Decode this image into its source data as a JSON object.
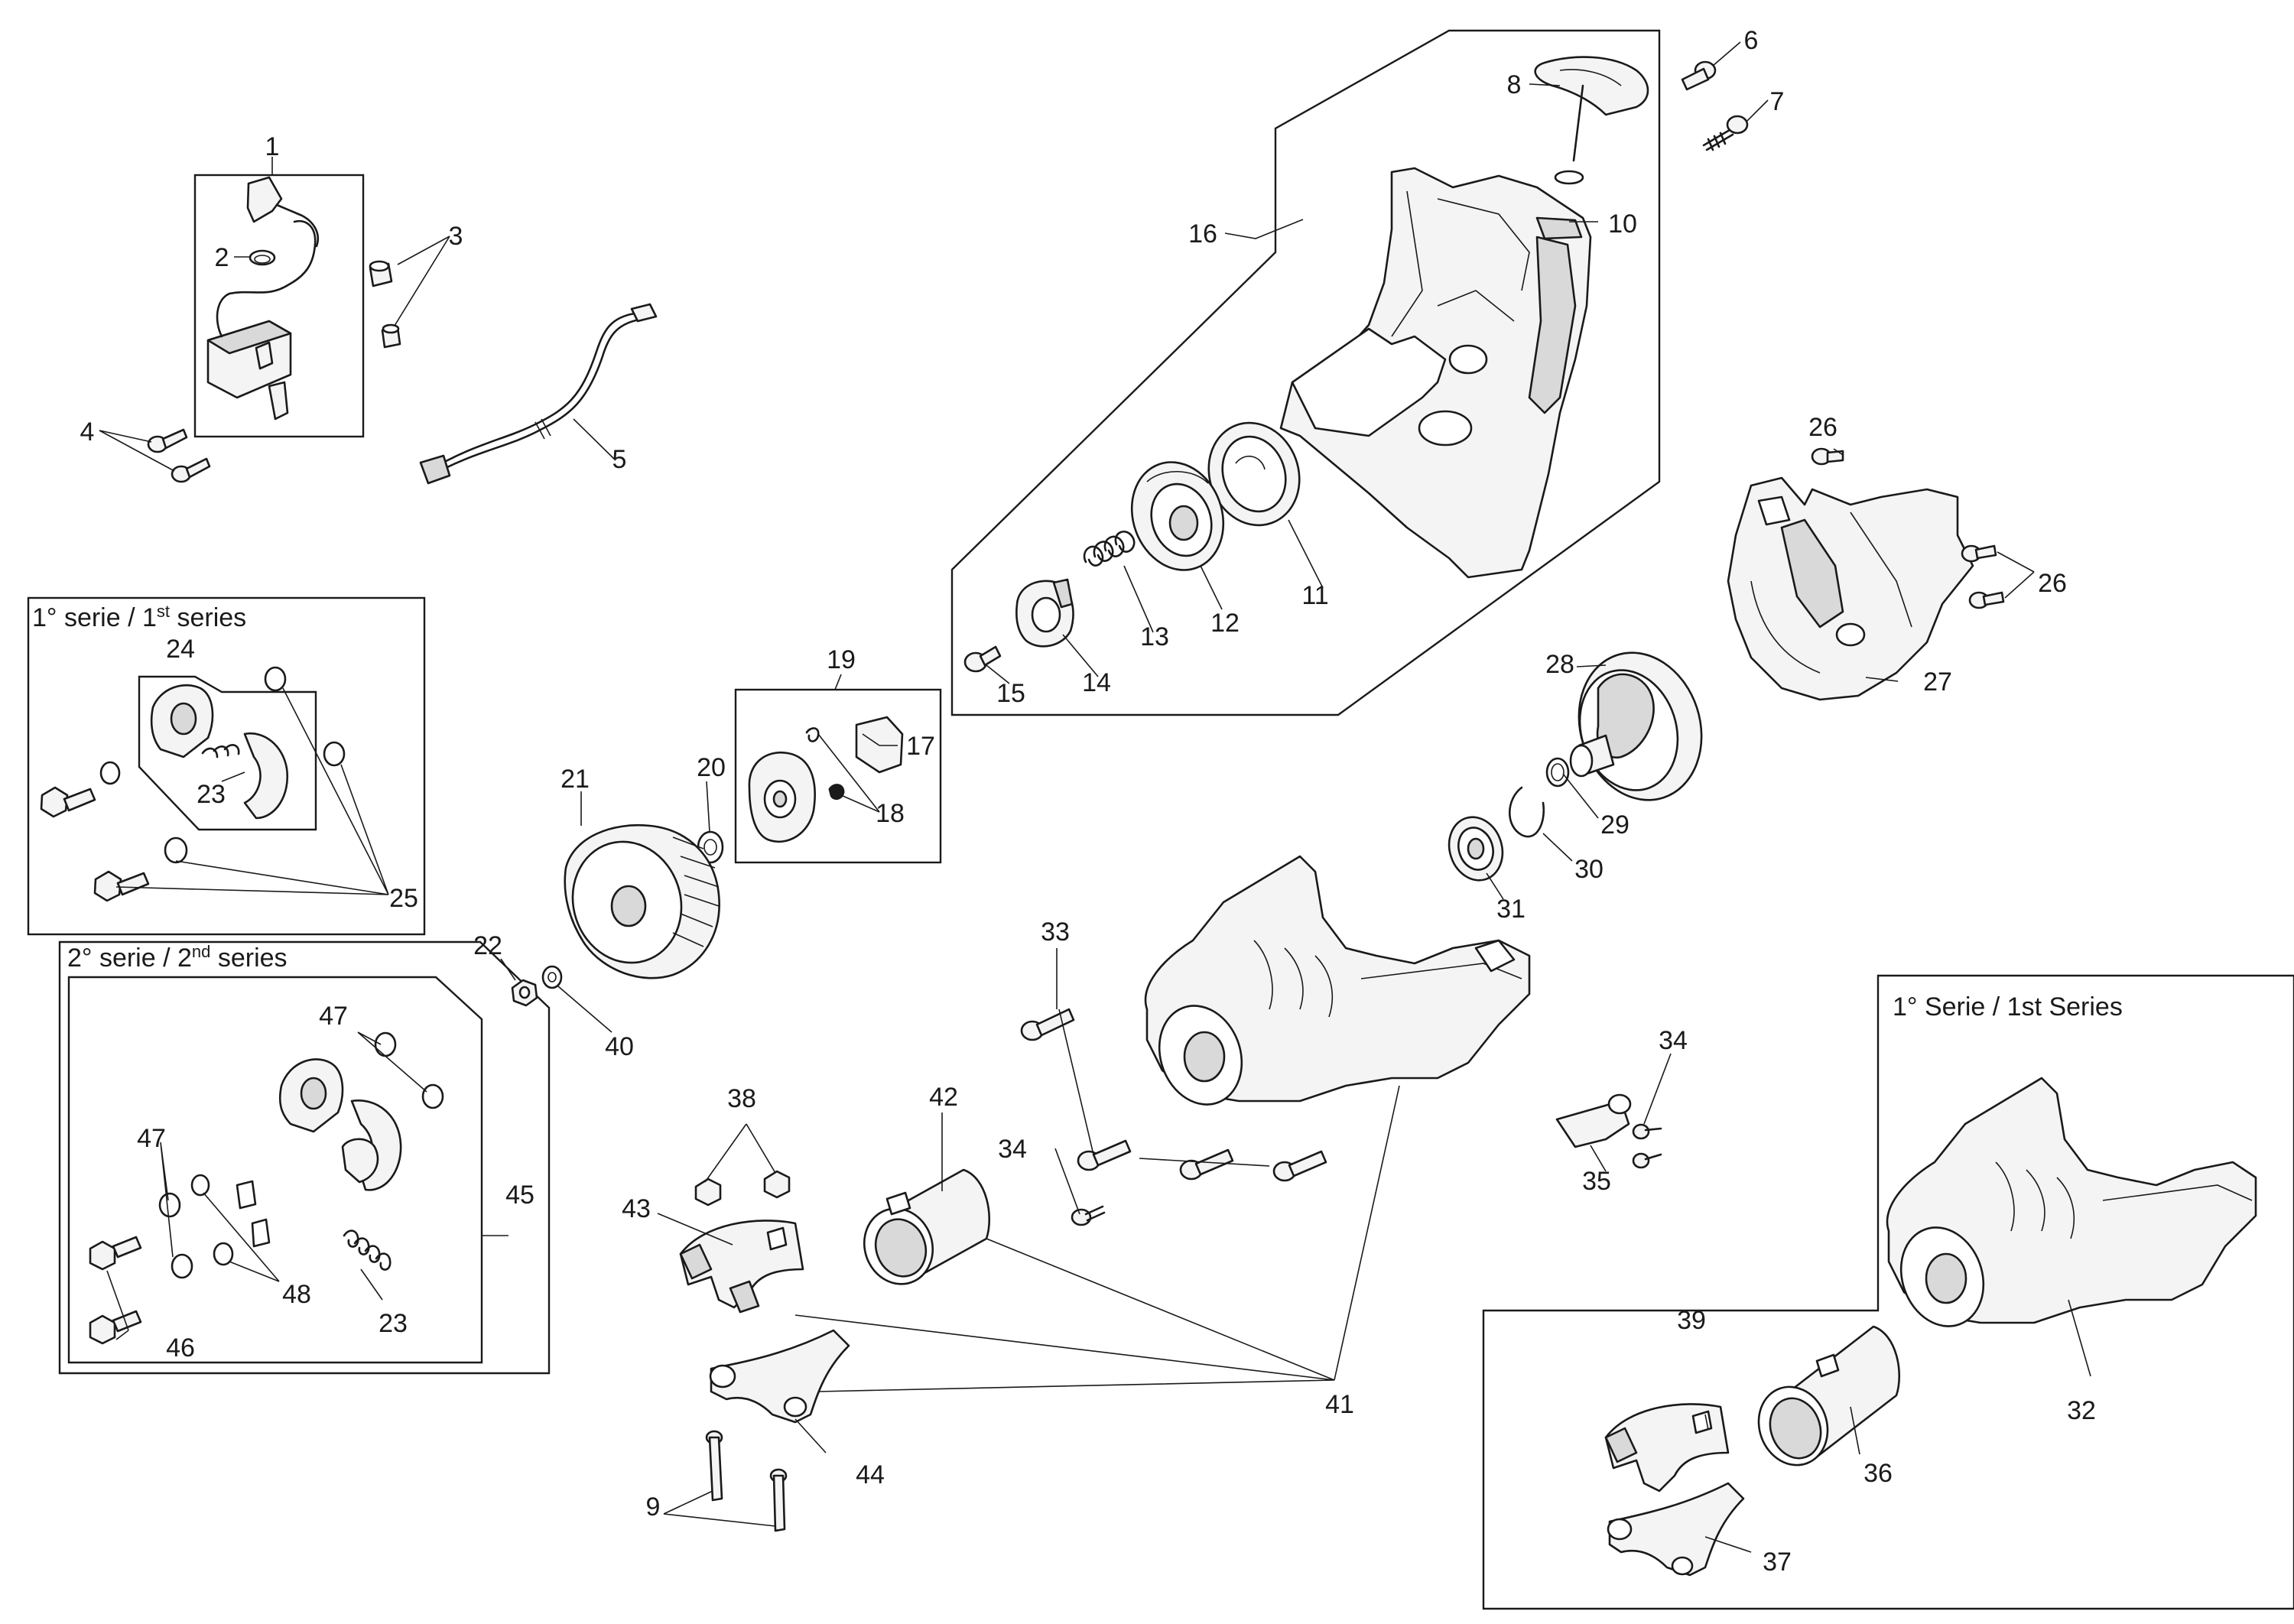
{
  "boxes": {
    "series1_left": {
      "title": "1° serie / 1",
      "sup": "st",
      "title_end": " series"
    },
    "series2_left": {
      "title": "2° serie / 2",
      "sup": "nd",
      "title_end": " series"
    },
    "series1_right": {
      "title": "1° Serie / 1st Series"
    }
  },
  "callouts": {
    "c1": "1",
    "c2": "2",
    "c3": "3",
    "c4": "4",
    "c5": "5",
    "c6": "6",
    "c7": "7",
    "c8": "8",
    "c9": "9",
    "c10": "10",
    "c11": "11",
    "c12": "12",
    "c13": "13",
    "c14": "14",
    "c15": "15",
    "c16": "16",
    "c17": "17",
    "c18": "18",
    "c19": "19",
    "c20": "20",
    "c21": "21",
    "c22": "22",
    "c23a": "23",
    "c23b": "23",
    "c24": "24",
    "c25": "25",
    "c26a": "26",
    "c26b": "26",
    "c27": "27",
    "c28": "28",
    "c29": "29",
    "c30": "30",
    "c31": "31",
    "c32": "32",
    "c33": "33",
    "c34a": "34",
    "c34b": "34",
    "c35": "35",
    "c36": "36",
    "c37": "37",
    "c38": "38",
    "c39": "39",
    "c40": "40",
    "c41": "41",
    "c42": "42",
    "c43": "43",
    "c44": "44",
    "c45": "45",
    "c46": "46",
    "c47a": "47",
    "c47b": "47",
    "c48": "48"
  }
}
